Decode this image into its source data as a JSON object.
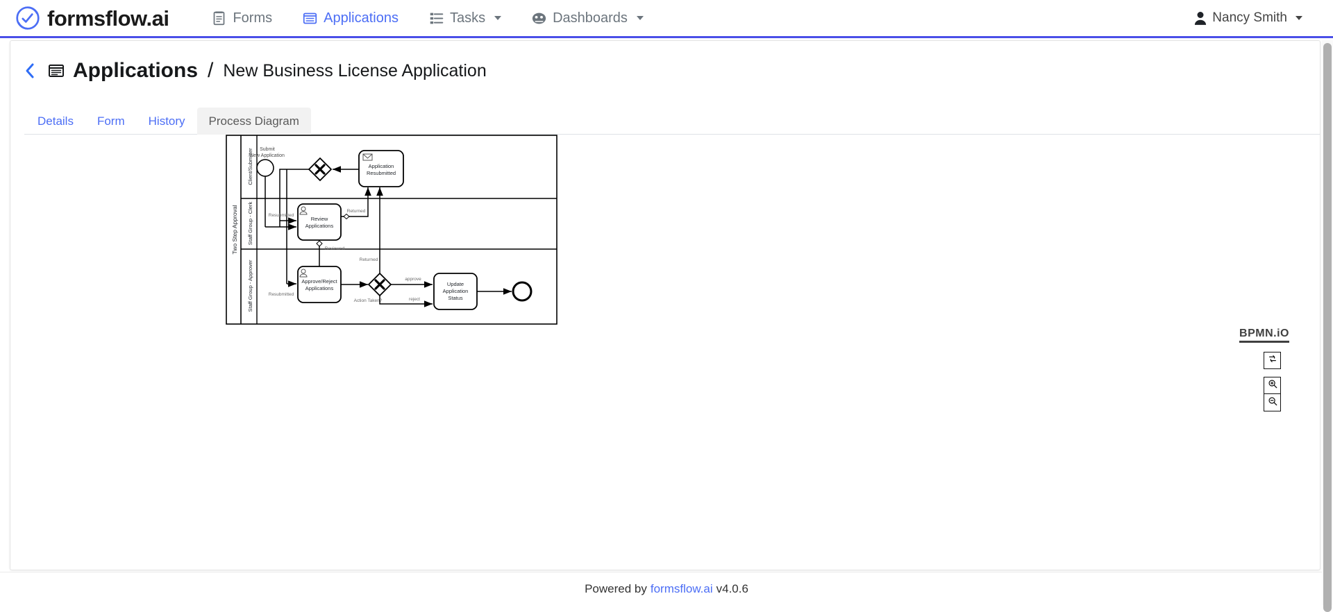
{
  "navbar": {
    "brand": "formsflow.ai",
    "brand_logo_icon": "formsflow-circle-arrow-check-logo",
    "items": [
      {
        "label": "Forms",
        "icon": "forms-list-icon",
        "active": false,
        "has_caret": false
      },
      {
        "label": "Applications",
        "icon": "applications-window-icon",
        "active": true,
        "has_caret": false
      },
      {
        "label": "Tasks",
        "icon": "tasks-list-icon",
        "active": false,
        "has_caret": true
      },
      {
        "label": "Dashboards",
        "icon": "dashboards-gauge-icon",
        "active": false,
        "has_caret": true
      }
    ],
    "user": {
      "name": "Nancy Smith",
      "icon": "user-person-icon",
      "has_caret": true
    },
    "accent_color": "#4a4fe8",
    "link_color": "#4c6ef5",
    "muted_color": "#6c757d"
  },
  "page": {
    "back_icon": "chevron-left-icon",
    "title_icon": "applications-window-icon",
    "title": "Applications",
    "separator": "/",
    "subtitle": "New Business License Application"
  },
  "tabs": [
    {
      "label": "Details",
      "active": false
    },
    {
      "label": "Form",
      "active": false
    },
    {
      "label": "History",
      "active": false
    },
    {
      "label": "Process Diagram",
      "active": true
    }
  ],
  "diagram": {
    "pool_label": "Two Step Approval",
    "lanes": [
      {
        "label": "Client/Submitter"
      },
      {
        "label": "Staff Group - Clerk"
      },
      {
        "label": "Staff Group - Approver"
      }
    ],
    "nodes": [
      {
        "id": "start",
        "type": "start-event",
        "label": "Submit\nNew Application",
        "label_line1": "Submit",
        "label_line2": "New Application"
      },
      {
        "id": "gw-resubmit",
        "type": "exclusive-gateway",
        "label": ""
      },
      {
        "id": "app-resubmitted",
        "type": "send-task",
        "label_line1": "Application",
        "label_line2": "Resubmitted",
        "icon": "envelope-message-icon"
      },
      {
        "id": "review-applications",
        "type": "user-task",
        "label_line1": "Review",
        "label_line2": "Applications",
        "icon": "user-task-person-icon"
      },
      {
        "id": "approve-reject-applications",
        "type": "user-task",
        "label_line1": "Approve/Reject",
        "label_line2": "Applications",
        "icon": "user-task-person-icon"
      },
      {
        "id": "gw-action-taken",
        "type": "exclusive-gateway",
        "label": "Action Taken?"
      },
      {
        "id": "update-application-status",
        "type": "task",
        "label_line1": "Update",
        "label_line2": "Application",
        "label_line3": "Status"
      },
      {
        "id": "end",
        "type": "end-event",
        "label": ""
      }
    ],
    "flow_labels": [
      {
        "text": "Resubmitted",
        "for": "review-applications"
      },
      {
        "text": "Returned",
        "for": "review-applications-returned"
      },
      {
        "text": "Reviewed",
        "for": "review-to-approve"
      },
      {
        "text": "Returned",
        "for": "approve-returned"
      },
      {
        "text": "Resubmitted",
        "for": "approve-resubmitted"
      },
      {
        "text": "Action Taken?",
        "for": "gw-action-taken"
      },
      {
        "text": "approve",
        "for": "gw-approve"
      },
      {
        "text": "reject",
        "for": "gw-reject"
      }
    ]
  },
  "viewer_controls": {
    "logo_text": "BPMN.iO",
    "reset_icon": "fit-viewport-icon",
    "zoom_in_icon": "zoom-in-magnifier-icon",
    "zoom_out_icon": "zoom-out-magnifier-icon"
  },
  "footer": {
    "prefix": "Powered by",
    "link": "formsflow.ai",
    "version": "v4.0.6"
  }
}
